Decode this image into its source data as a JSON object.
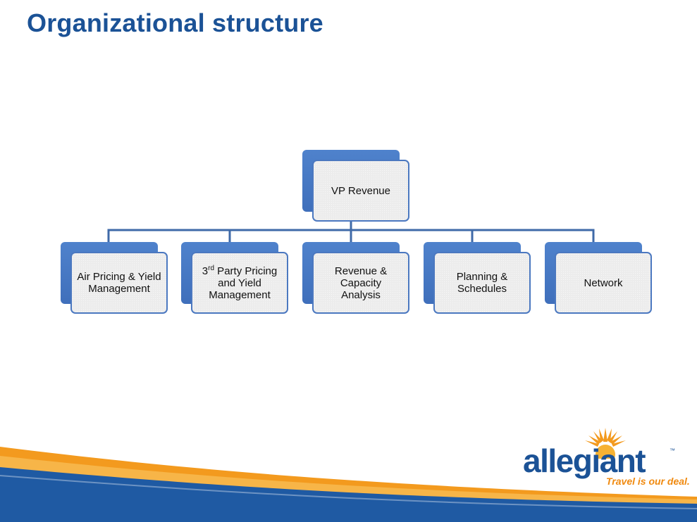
{
  "slide": {
    "title": "Organizational structure"
  },
  "org_chart": {
    "root": {
      "label": "VP Revenue"
    },
    "children": [
      {
        "label": "Air Pricing & Yield Management"
      },
      {
        "label_pre": "3",
        "label_sup": "rd",
        "label_post": " Party Pricing and Yield Management"
      },
      {
        "label": "Revenue & Capacity Analysis"
      },
      {
        "label": "Planning & Schedules"
      },
      {
        "label": "Network"
      }
    ]
  },
  "brand": {
    "name": "allegiant",
    "trademark": "™",
    "tagline": "Travel is our deal.",
    "colors": {
      "title_blue": "#1b5296",
      "node_blue": "#4f82cc",
      "orange": "#f08a10",
      "band_blue": "#1f5aa3"
    }
  }
}
